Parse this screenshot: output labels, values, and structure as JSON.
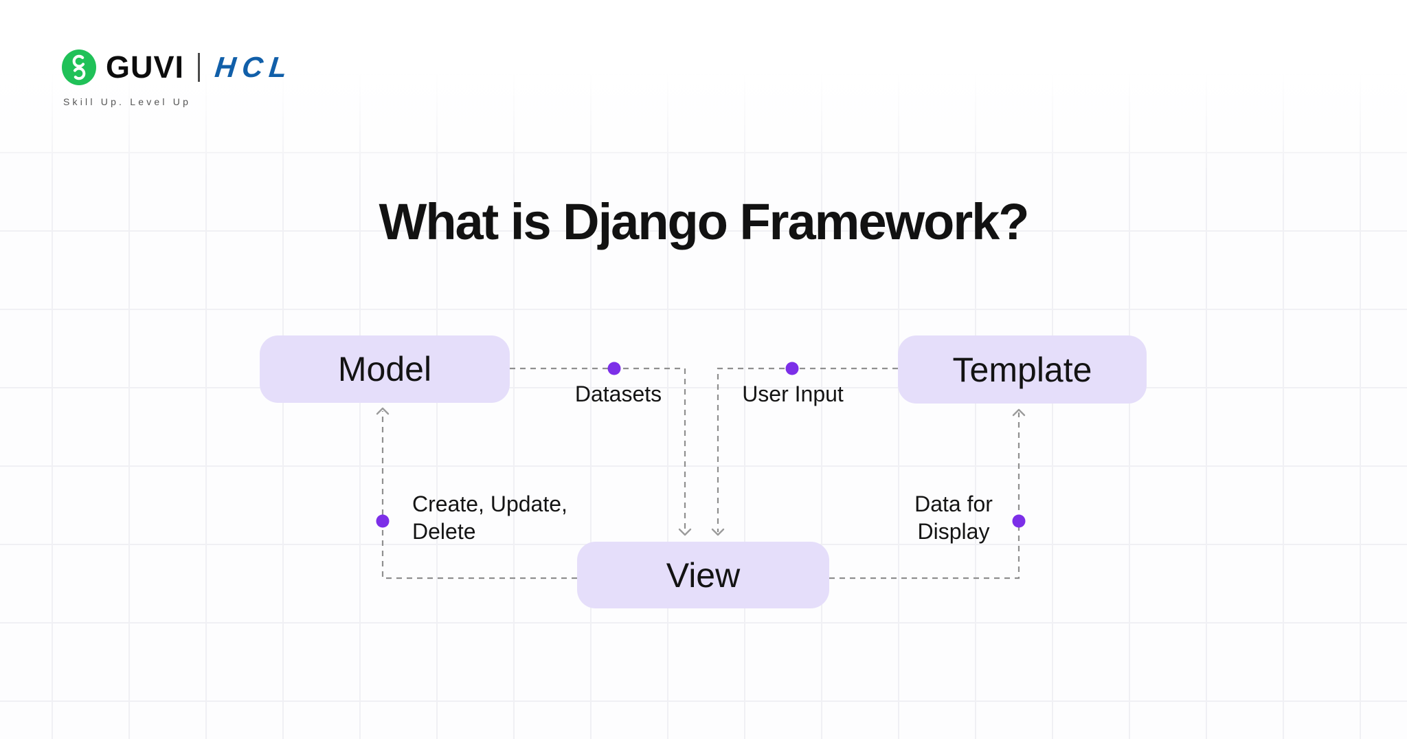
{
  "brand": {
    "guvi_label": "GUVI",
    "hcl_label": "HCL",
    "tagline": "Skill Up. Level Up",
    "guvi_green": "#20C158",
    "hcl_blue": "#115FA9"
  },
  "title": "What is Django Framework?",
  "diagram": {
    "type": "flow-diagram",
    "nodes": [
      {
        "id": "model",
        "label": "Model"
      },
      {
        "id": "template",
        "label": "Template"
      },
      {
        "id": "view",
        "label": "View"
      }
    ],
    "edges": [
      {
        "from": "Model",
        "to": "View",
        "label": "Datasets",
        "label_lines": [
          "Datasets"
        ]
      },
      {
        "from": "Template",
        "to": "View",
        "label": "User Input",
        "label_lines": [
          "User Input"
        ]
      },
      {
        "from": "View",
        "to": "Model",
        "label": "Create, Update, Delete",
        "label_lines": [
          "Create, Update,",
          "Delete"
        ]
      },
      {
        "from": "View",
        "to": "Template",
        "label": "Data for Display",
        "label_lines": [
          "Data for",
          "Display"
        ]
      }
    ],
    "colors": {
      "node_fill": "#E5DEFA",
      "dot": "#7C2FE8",
      "dash_line": "#8F8F8F",
      "text": "#161616"
    }
  }
}
